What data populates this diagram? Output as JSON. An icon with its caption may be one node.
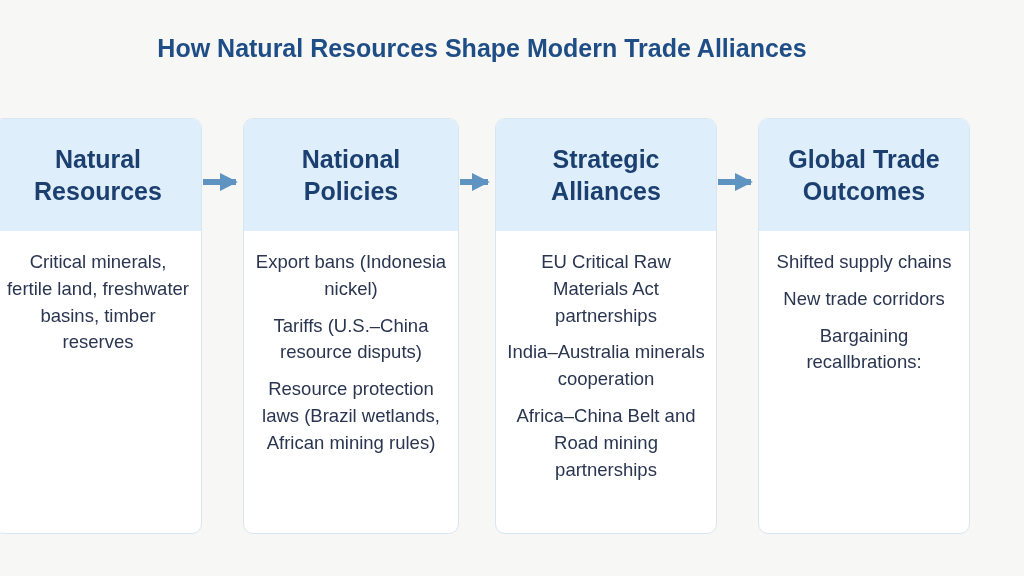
{
  "diagram": {
    "title": "How Natural Resources Shape Modern Trade Alliances",
    "nodes": [
      {
        "text": [
          "Natural Resources",
          "Critical minerals, fertile land, freshwater basins, timber reserves"
        ]
      },
      {
        "text": [
          "National Policies",
          "Export bans (Indonesia nickel)",
          "Tariffs (U.S.–China resource disputs)",
          "Resource protection laws (Brazil wetlands, African mining rules)"
        ]
      },
      {
        "text": [
          "Strategic Alliances",
          "EU Critical Raw Materials Act partnerships",
          "India–Australia minerals cooperation",
          "Africa–China Belt and Road mining partnerships"
        ]
      },
      {
        "text": [
          "Global Trade Outcomes",
          "Shifted supply chains",
          "New trade corridors",
          "Bargaining recallbrations:"
        ]
      }
    ],
    "edges": [
      {
        "from": 0,
        "to": 1,
        "arrow": "to"
      },
      {
        "from": 1,
        "to": 2,
        "arrow": "to"
      },
      {
        "from": 2,
        "to": 3,
        "arrow": "to"
      }
    ]
  }
}
